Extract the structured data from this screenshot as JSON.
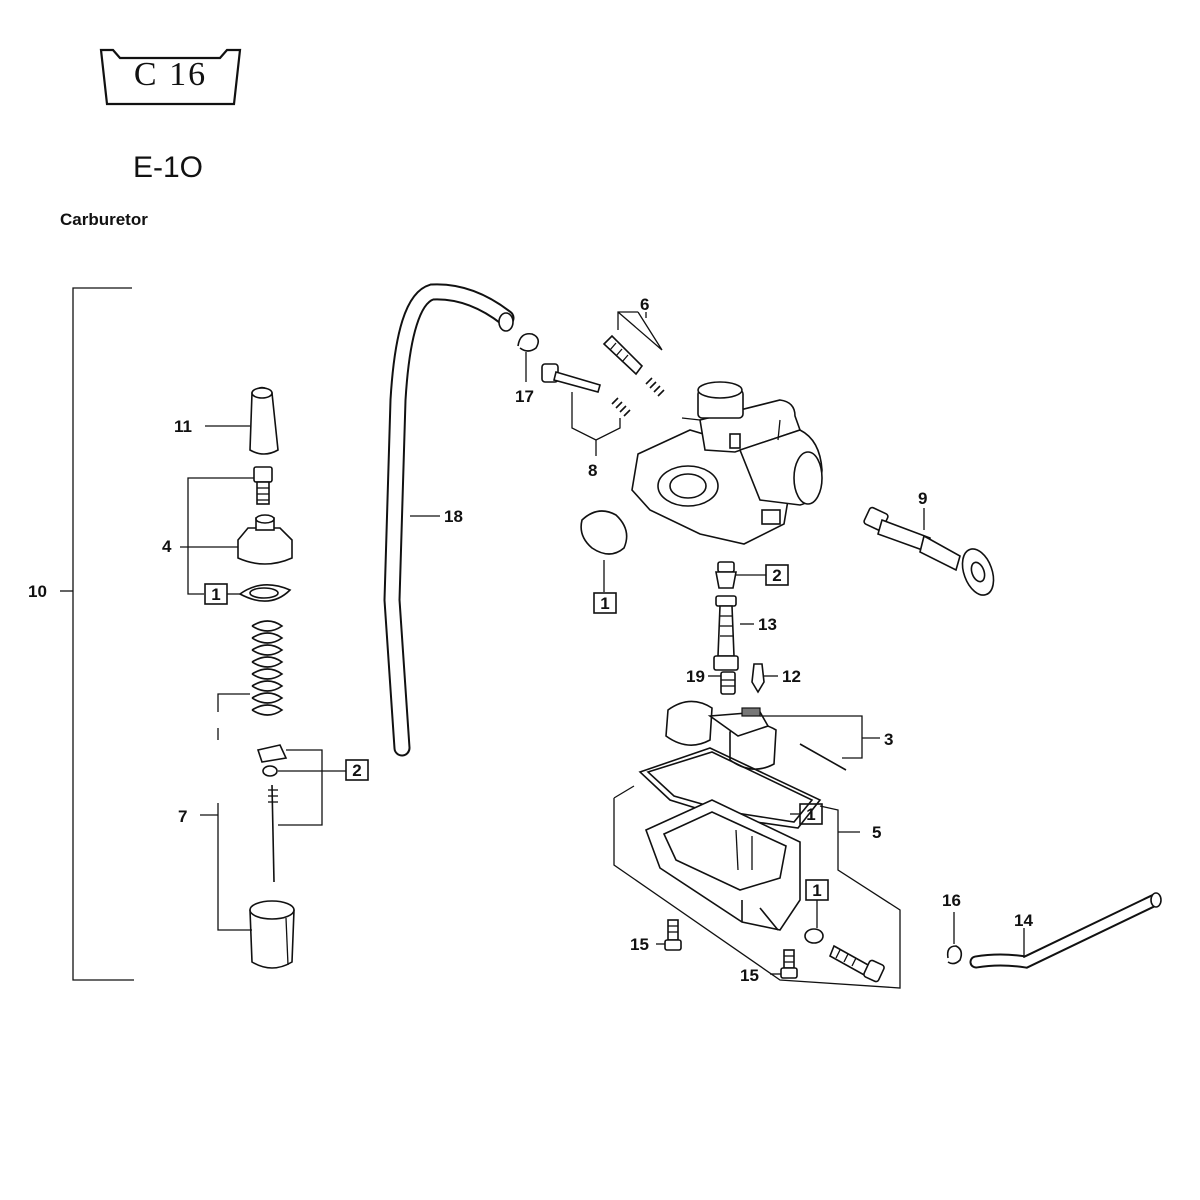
{
  "header": {
    "badge": "C  16",
    "section_code": "E-1O",
    "title": "Carburetor"
  },
  "labels": {
    "l10": "10",
    "l11": "11",
    "l4": "4",
    "l7": "7",
    "l18": "18",
    "l17": "17",
    "l6": "6",
    "l8": "8",
    "l9": "9",
    "l13": "13",
    "l12": "12",
    "l19": "19",
    "l3": "3",
    "l5": "5",
    "l16": "16",
    "l14": "14",
    "l15a": "15",
    "l15b": "15"
  },
  "boxed": {
    "b1a": "1",
    "b2a": "2",
    "b1b": "1",
    "b2b": "2",
    "b1c": "1",
    "b1d": "1"
  }
}
